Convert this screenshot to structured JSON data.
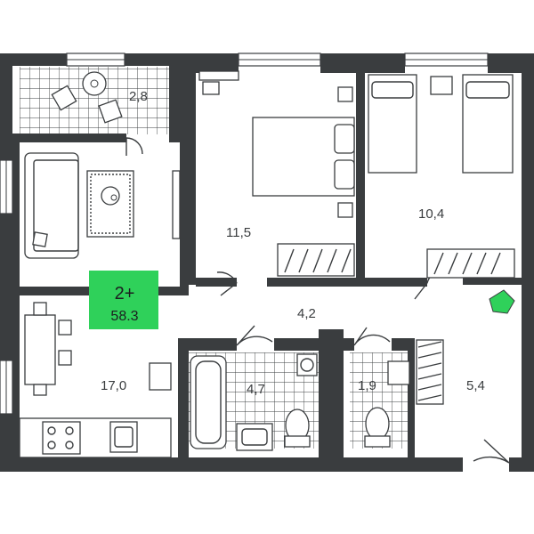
{
  "apartment": {
    "rooms_label": "2+",
    "total_area": "58.3",
    "badge_color": "#2fd15a",
    "wall_color": "#3a3d3f"
  },
  "rooms": [
    {
      "id": "balcony",
      "area": "2,8"
    },
    {
      "id": "bedroom",
      "area": "11,5"
    },
    {
      "id": "kids-room",
      "area": "10,4"
    },
    {
      "id": "hall",
      "area": "4,2"
    },
    {
      "id": "living-kitchen",
      "area": "17,0"
    },
    {
      "id": "bathroom",
      "area": "4,7"
    },
    {
      "id": "toilet",
      "area": "1,9"
    },
    {
      "id": "entrance",
      "area": "5,4"
    }
  ]
}
